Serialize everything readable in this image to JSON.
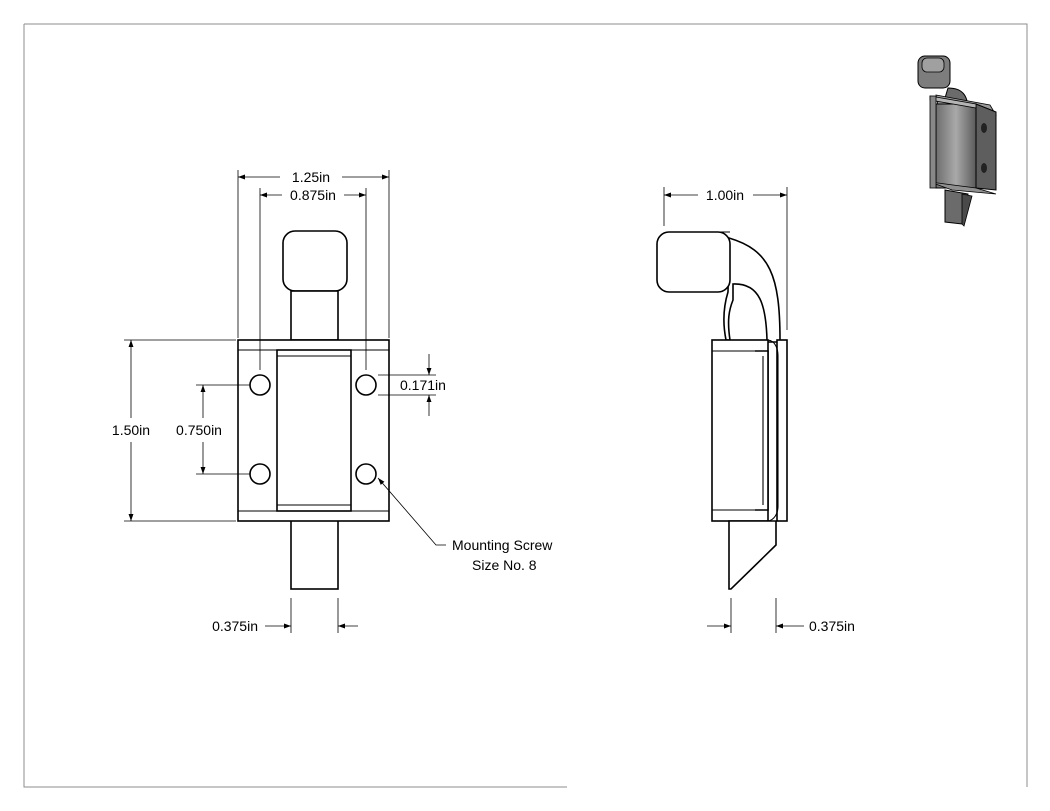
{
  "front_view": {
    "overall_width": "1.25in",
    "hole_spacing_width": "0.875in",
    "overall_height": "1.50in",
    "hole_spacing_height": "0.750in",
    "hole_diameter": "0.171in",
    "bolt_width": "0.375in",
    "note_line1": "Mounting Screw",
    "note_line2": "Size No. 8"
  },
  "side_view": {
    "depth": "1.00in",
    "bolt_offset": "0.375in"
  }
}
